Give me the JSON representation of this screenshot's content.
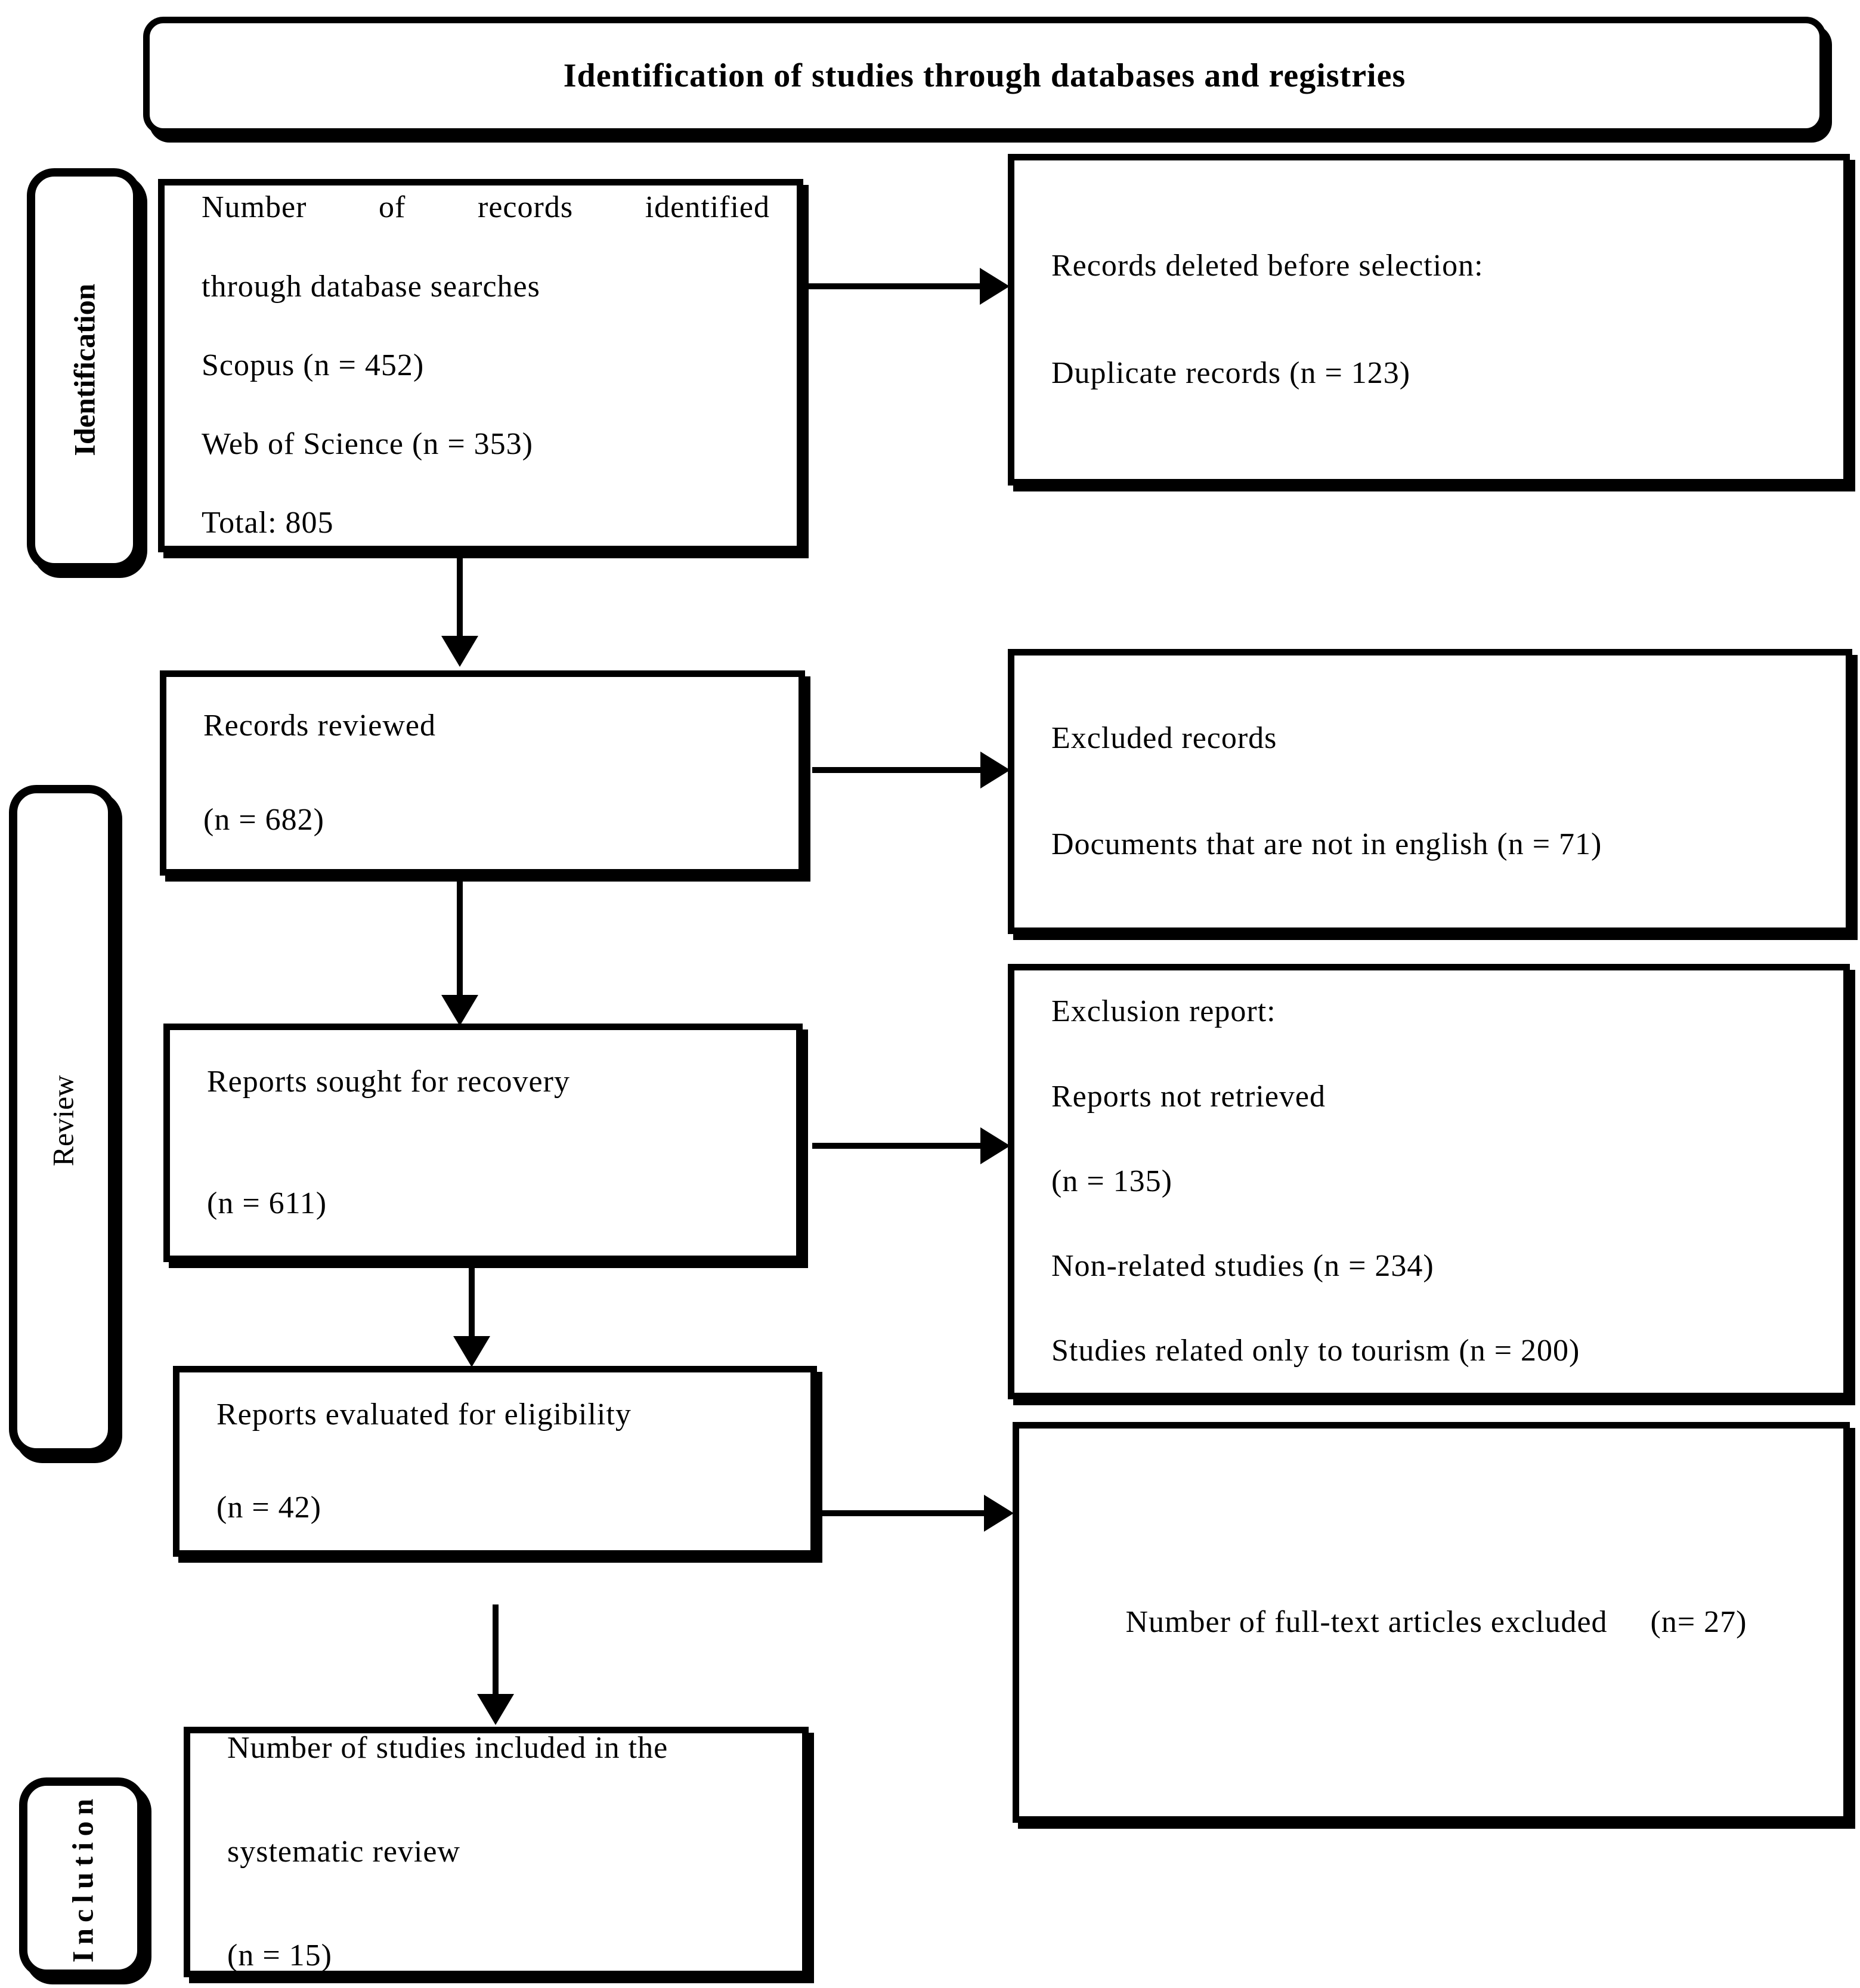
{
  "title": "Identification of studies through databases and registries",
  "colors": {
    "ink": "#000000",
    "background": "#ffffff"
  },
  "stages": {
    "identification": "Identification",
    "review": "Review",
    "inclusion": "Inclution"
  },
  "boxes": {
    "identified": {
      "lines": [
        "Number of records identified",
        "through database searches",
        "Scopus (n = 452)",
        "Web of Science (n = 353)",
        "Total: 805"
      ]
    },
    "reviewed": {
      "lines": [
        "Records reviewed",
        "(n = 682)"
      ]
    },
    "sought": {
      "lines": [
        "Reports sought for recovery",
        "(n = 611)"
      ]
    },
    "evaluated": {
      "lines": [
        "Reports evaluated for eligibility",
        "(n = 42)"
      ]
    },
    "included": {
      "lines": [
        "Number of studies included in the",
        "systematic review",
        "(n = 15)"
      ]
    }
  },
  "side_boxes": {
    "deleted": {
      "lines": [
        "Records deleted before selection:",
        "Duplicate records (n = 123)"
      ]
    },
    "excluded_records": {
      "lines": [
        "Excluded records",
        "Documents that are not in english (n = 71)"
      ]
    },
    "exclusion_report": {
      "lines": [
        "Exclusion report:",
        "Reports not retrieved",
        "(n = 135)",
        "Non-related studies (n = 234)",
        "Studies related only to tourism (n = 200)"
      ]
    },
    "fulltext_excluded": {
      "label": "Number of full-text articles excluded",
      "value": "(n= 27)"
    }
  }
}
